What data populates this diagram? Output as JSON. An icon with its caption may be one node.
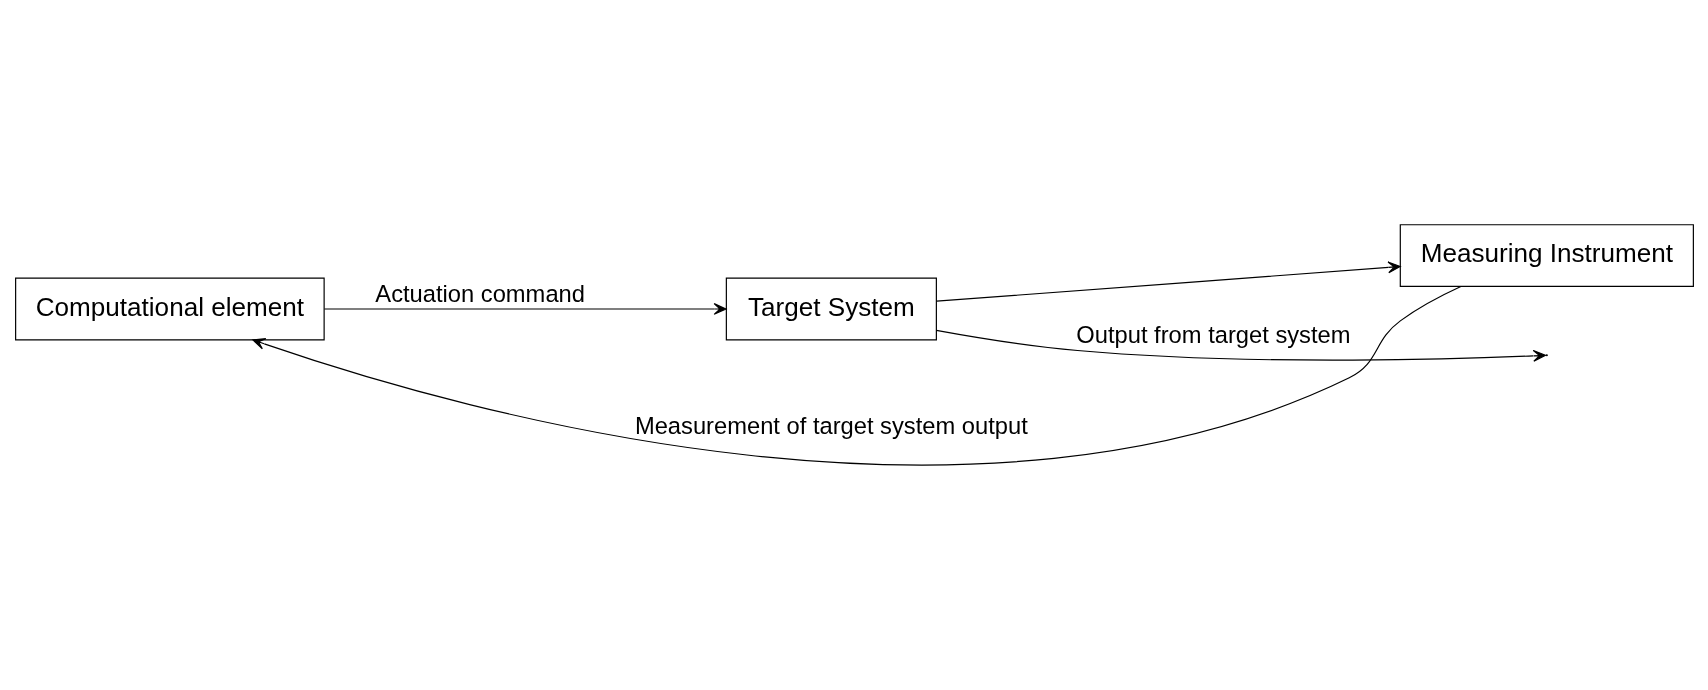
{
  "diagram": {
    "nodes": [
      {
        "text": [
          "Computational element"
        ]
      },
      {
        "text": [
          "Target System"
        ]
      },
      {
        "text": [
          "Measuring Instrument"
        ]
      }
    ],
    "edges": [
      {
        "from": 0,
        "to": 1,
        "arrow": "to",
        "label": "Actuation command"
      },
      {
        "from": 1,
        "to": null,
        "arrow": "to",
        "label": "Output from target system"
      },
      {
        "from": 1,
        "to": 2,
        "arrow": "to"
      },
      {
        "from": 2,
        "to": 0,
        "arrow": "to",
        "label": "Measurement of target system output"
      }
    ]
  }
}
